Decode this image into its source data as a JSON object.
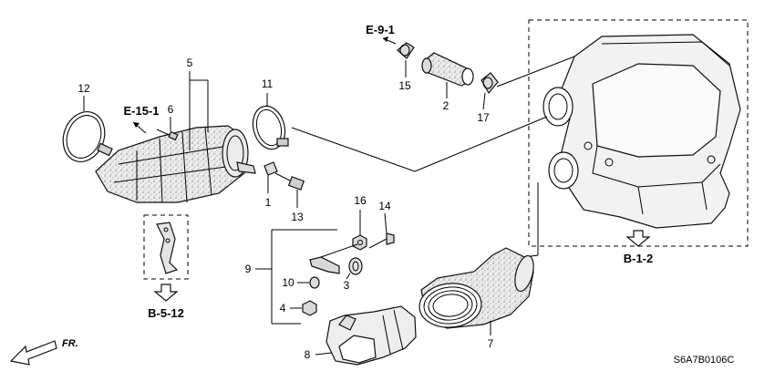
{
  "diagram": {
    "part_numbers": [
      "1",
      "2",
      "3",
      "4",
      "5",
      "6",
      "7",
      "8",
      "9",
      "10",
      "11",
      "12",
      "13",
      "14",
      "15",
      "16",
      "17"
    ],
    "references": {
      "e_9_1": "E-9-1",
      "e_15_1": "E-15-1",
      "b_1_2": "B-1-2",
      "b_5_12": "B-5-12"
    },
    "direction_label": "FR.",
    "drawing_code": "S6A7B0106C",
    "colors": {
      "line": "#000000",
      "part_fill": "#e8e8e8",
      "speckle": "#9a9a9a",
      "background": "#ffffff"
    }
  }
}
